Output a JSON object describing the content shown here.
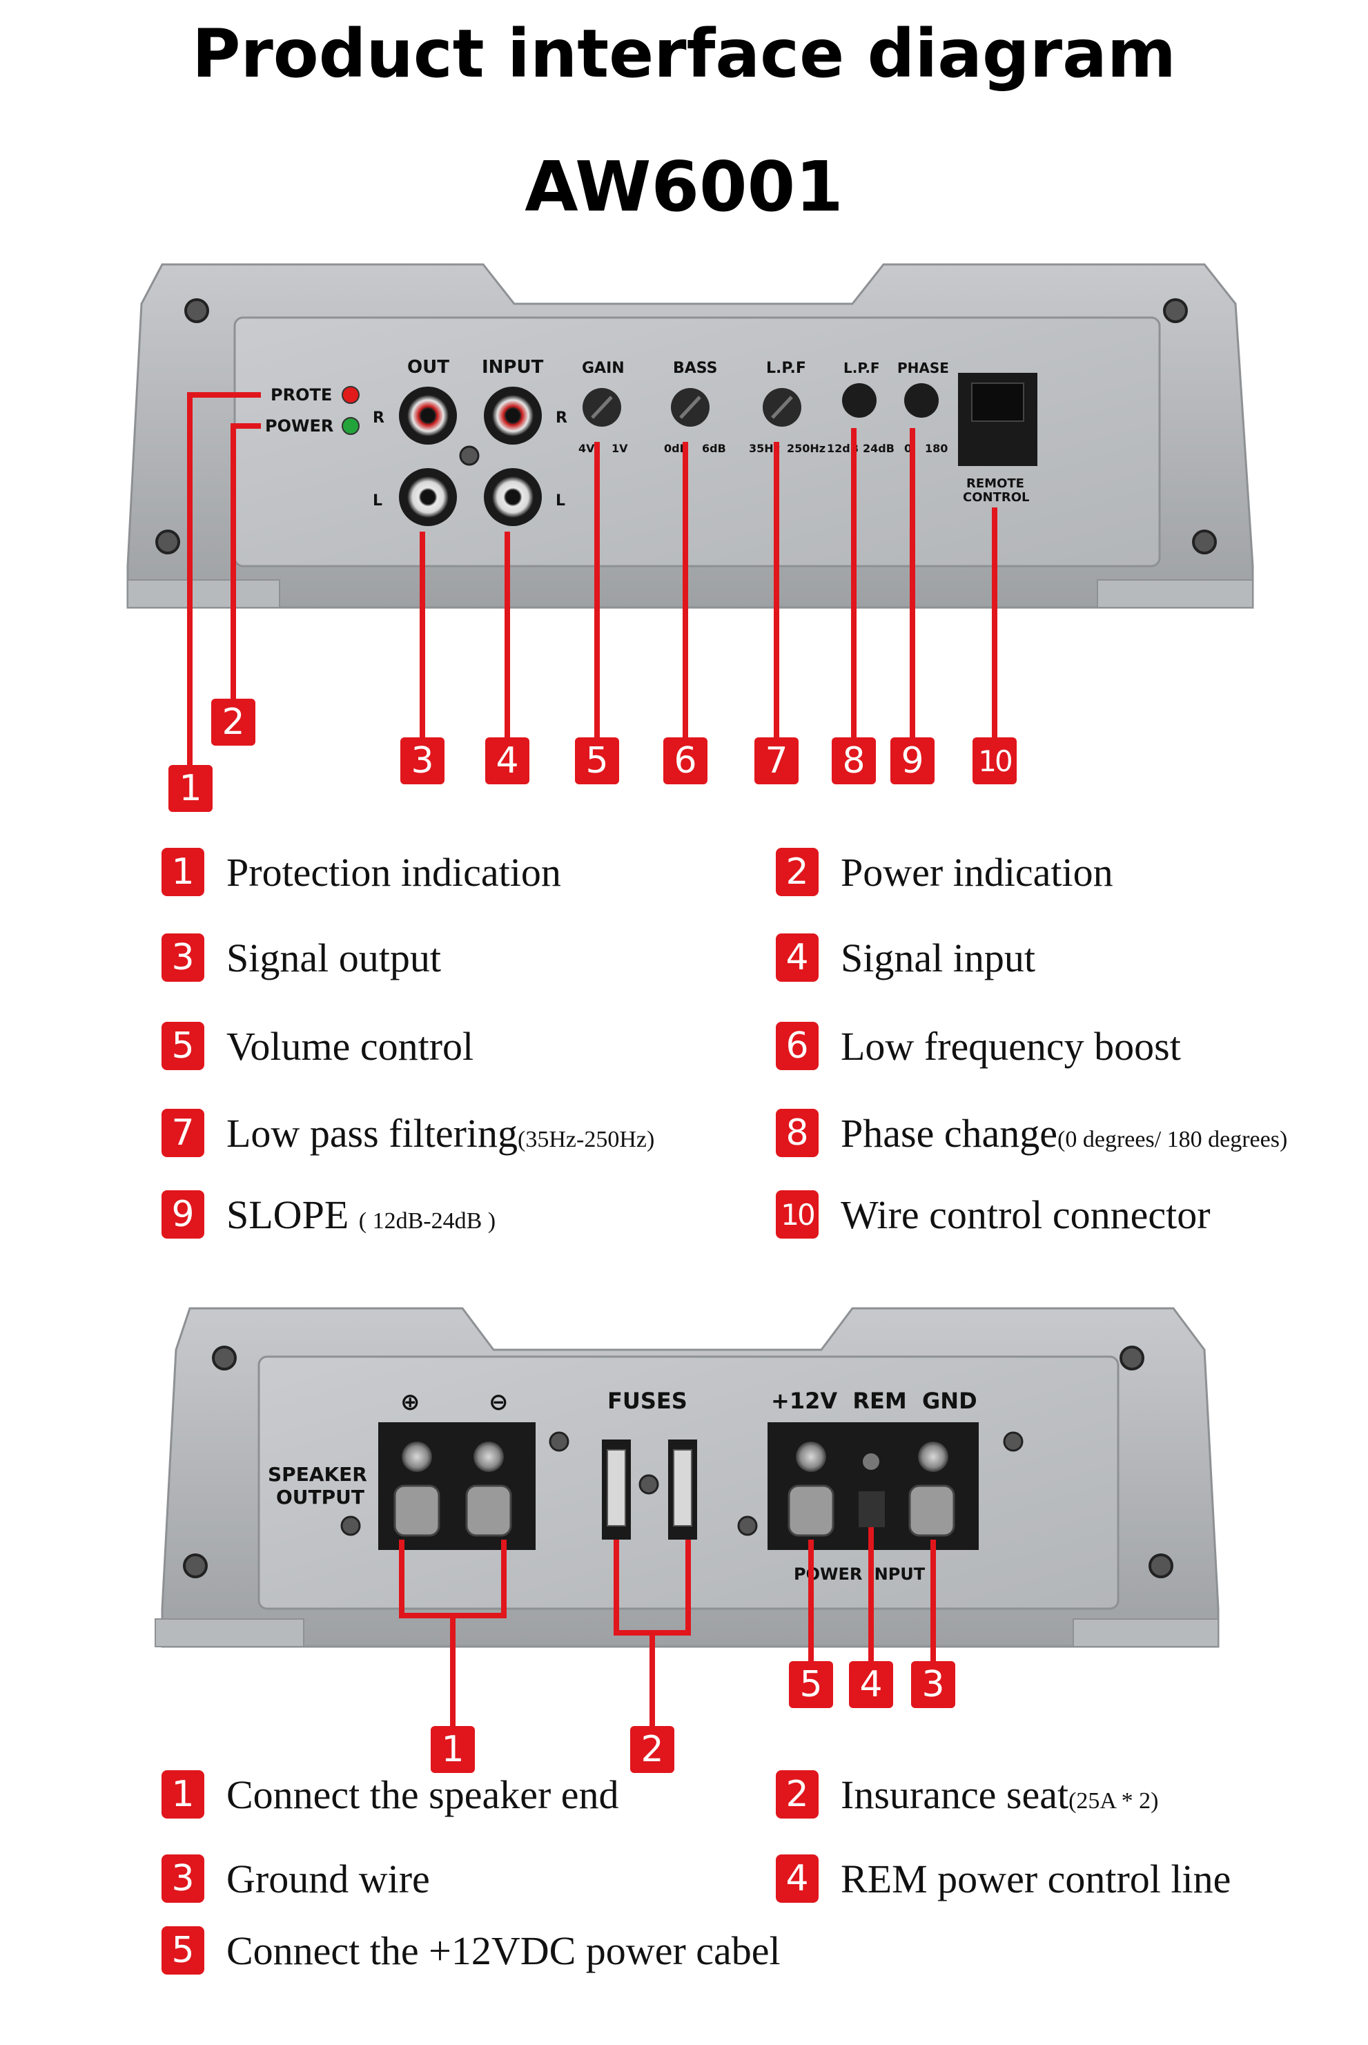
{
  "title": "Product interface diagram",
  "model": "AW6001",
  "front_panel": {
    "labels": {
      "out": "OUT",
      "input": "INPUT",
      "gain": "GAIN",
      "bass": "BASS",
      "lpf_knob": "L.P.F",
      "lpf_button": "L.P.F",
      "phase": "PHASE",
      "remote": "REMOTE",
      "control": "CONTROL",
      "protect_led": "PROTE",
      "power_led": "POWER",
      "r_left": "R",
      "r_right": "R",
      "l_left": "L",
      "l_right": "L",
      "gain_min": "4V",
      "gain_max": "1V",
      "bass_min": "0dB",
      "bass_max": "6dB",
      "lpf_min": "35Hz",
      "lpf_max": "250Hz",
      "slope_a": "12dB",
      "slope_b": "24dB",
      "phase_a": "0",
      "phase_b": "180"
    },
    "callouts": [
      "1",
      "2",
      "3",
      "4",
      "5",
      "6",
      "7",
      "8",
      "9",
      "10"
    ],
    "legend": [
      {
        "num": "1",
        "text": "Protection indication",
        "sub": ""
      },
      {
        "num": "2",
        "text": "Power indication",
        "sub": ""
      },
      {
        "num": "3",
        "text": "Signal output",
        "sub": ""
      },
      {
        "num": "4",
        "text": "Signal input",
        "sub": ""
      },
      {
        "num": "5",
        "text": "Volume control",
        "sub": ""
      },
      {
        "num": "6",
        "text": "Low frequency boost",
        "sub": ""
      },
      {
        "num": "7",
        "text": "Low pass filtering",
        "sub": "(35Hz-250Hz)"
      },
      {
        "num": "8",
        "text": "Phase change",
        "sub": "(0 degrees/ 180 degrees)"
      },
      {
        "num": "9",
        "text": "SLOPE ",
        "sub": "( 12dB-24dB )"
      },
      {
        "num": "10",
        "text": "Wire control connector",
        "sub": ""
      }
    ]
  },
  "rear_panel": {
    "labels": {
      "plus": "⊕",
      "minus": "⊖",
      "fuses": "FUSES",
      "speaker": "SPEAKER",
      "output": "OUTPUT",
      "power_terms": "+12V  REM  GND",
      "power_input": "POWER INPUT"
    },
    "callouts": [
      "5",
      "4",
      "3",
      "1",
      "2"
    ],
    "legend": [
      {
        "num": "1",
        "text": "Connect the speaker end",
        "sub": ""
      },
      {
        "num": "2",
        "text": "Insurance seat",
        "sub": "(25A * 2)"
      },
      {
        "num": "3",
        "text": "Ground wire",
        "sub": ""
      },
      {
        "num": "4",
        "text": "REM power control line",
        "sub": ""
      },
      {
        "num": "5",
        "text": "Connect the +12VDC power cabel",
        "sub": ""
      }
    ]
  },
  "colors": {
    "accent_red": "#e0161c",
    "chassis": "#a9acaf",
    "panel": "#bdc0c3",
    "led_red": "#e11b1b",
    "led_green": "#22a43a"
  }
}
